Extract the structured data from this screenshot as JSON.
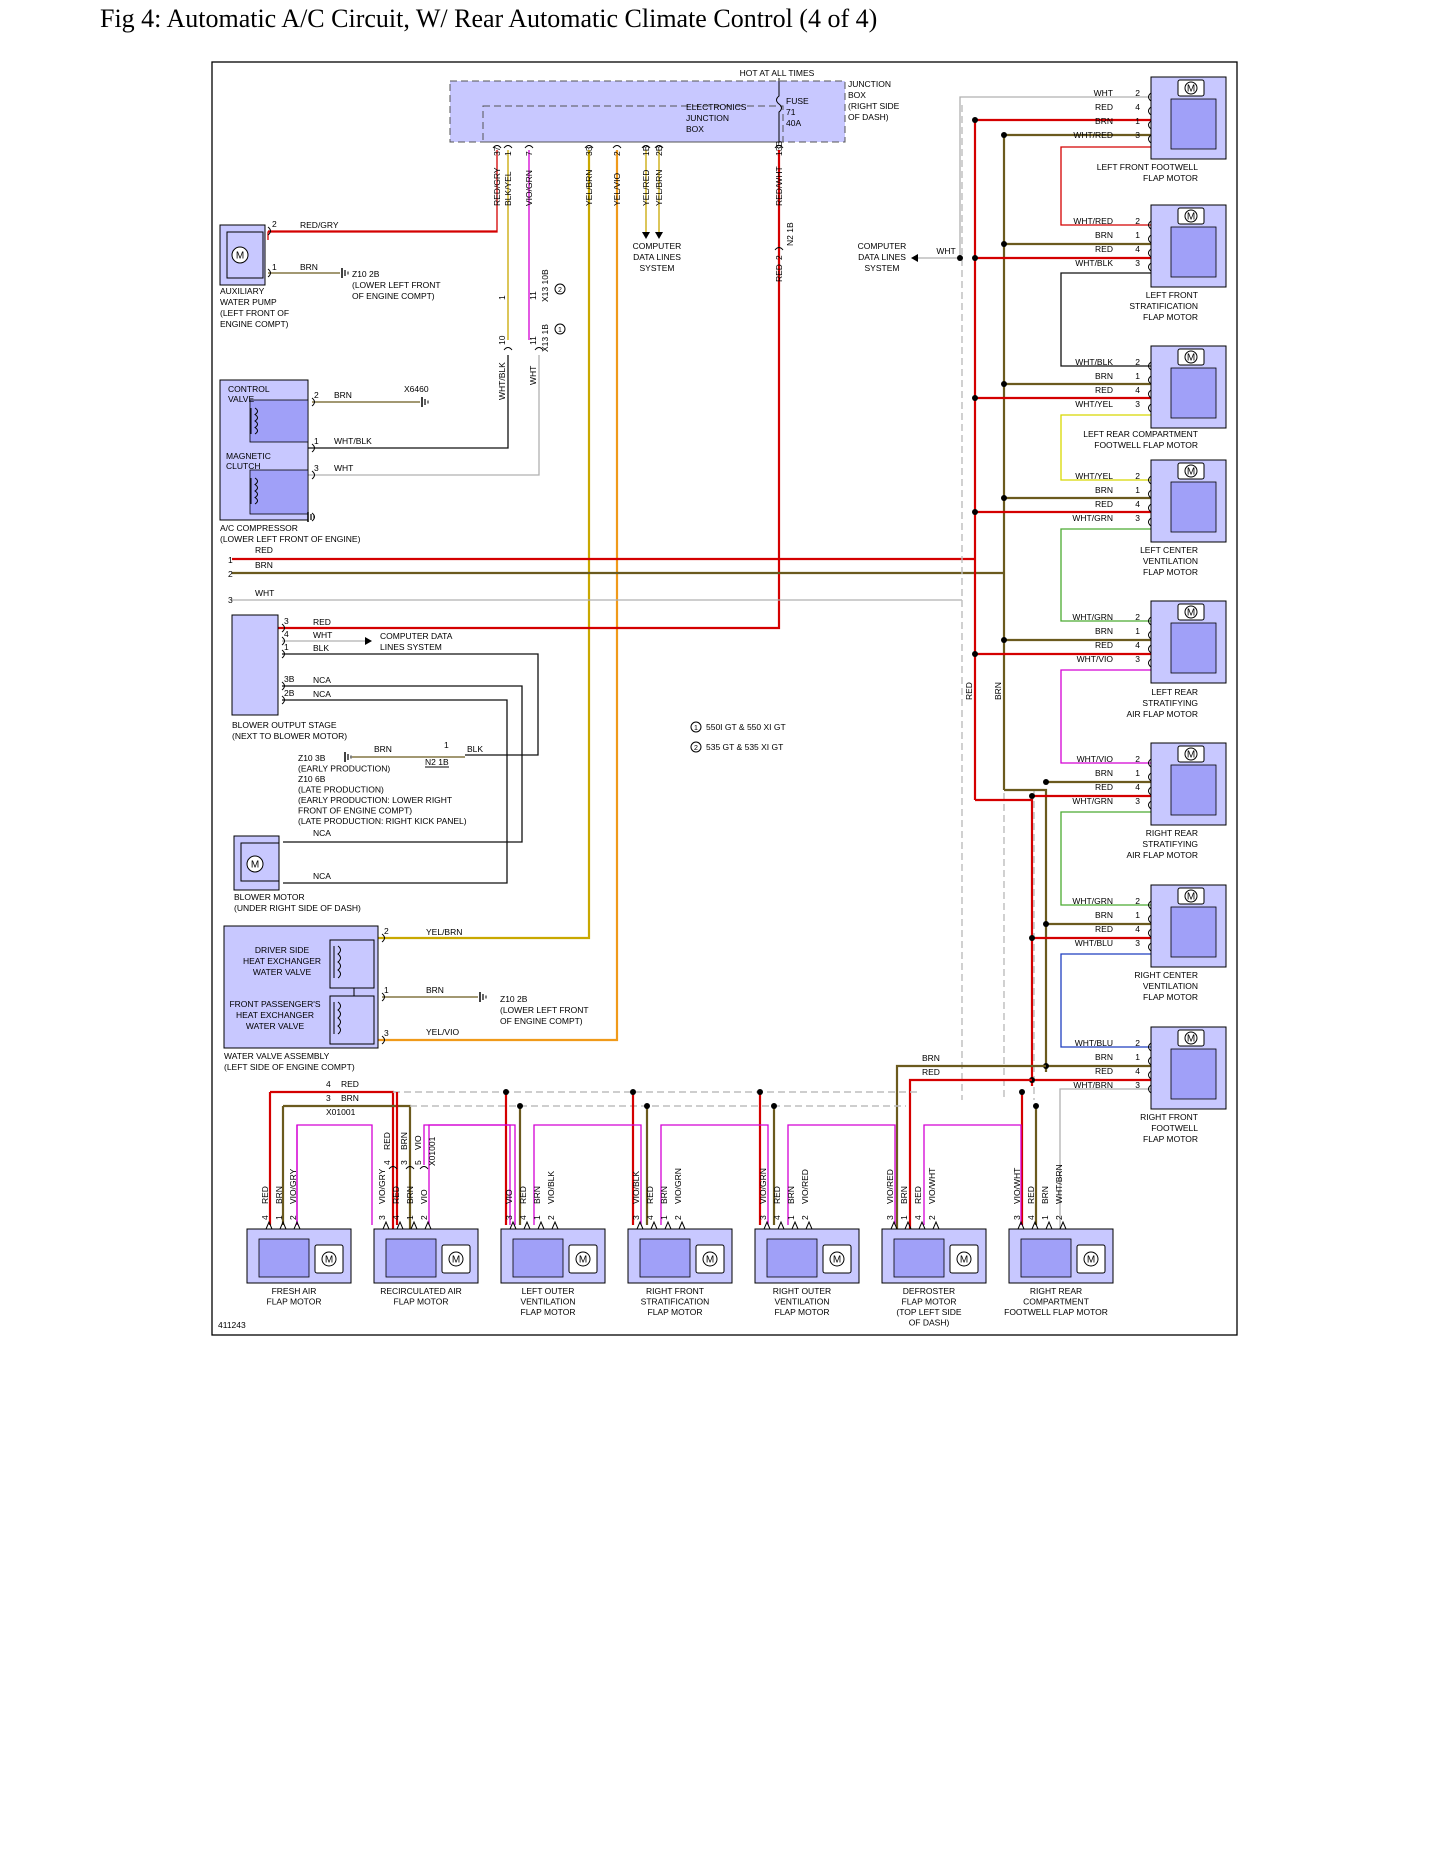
{
  "figure": {
    "title": "Fig 4: Automatic A/C Circuit, W/ Rear Automatic Climate Control (4 of 4)",
    "id": "411243"
  },
  "colors": {
    "red": "#d40000",
    "brown": "#6b5a1e",
    "white": "#b0b0b0",
    "black": "#111111",
    "violet": "#d400d4",
    "yellow": "#d8d800",
    "green": "#4aaa30",
    "blue": "#1f3fbf",
    "component": "#c8c8ff"
  },
  "header": {
    "hot": "HOT AT ALL TIMES",
    "ejb": [
      "ELECTRONICS",
      "JUNCTION",
      "BOX"
    ],
    "fuse": [
      "FUSE",
      "71",
      "40A"
    ],
    "jb": [
      "JUNCTION",
      "BOX",
      "(RIGHT SIDE",
      "OF DASH)"
    ]
  },
  "ejb_pins": [
    {
      "pin": "37",
      "wire": "RED/GRY"
    },
    {
      "pin": "1",
      "wire": "BLK/YEL"
    },
    {
      "pin": "7",
      "wire": "VIO/GRN"
    },
    {
      "pin": "33",
      "wire": "YEL/BRN"
    },
    {
      "pin": "2",
      "wire": "YEL/VIO"
    },
    {
      "pin": "1B",
      "wire": "YEL/RED"
    },
    {
      "pin": "2B",
      "wire": "YEL/BRN"
    },
    {
      "pin": "13B",
      "wire": "RED/WHT"
    }
  ],
  "cdl": [
    "COMPUTER",
    "DATA LINES",
    "SYSTEM"
  ],
  "cdl2": "COMPUTER DATA LINES SYSTEM",
  "connectors": {
    "x13_10b": "X13 10B",
    "x13_1b": "X13 1B",
    "n2_1b": "N2 1B",
    "x6460": "X6460",
    "x01001": "X01001",
    "z10_2b": "Z10 2B",
    "z10_3b": "Z10 3B",
    "z10_6b": "Z10 6B"
  },
  "notes": {
    "n1": "550I GT & 550 XI GT",
    "n2": "535 GT & 535 XI GT"
  },
  "aux_pump": {
    "label": [
      "AUXILIARY",
      "WATER PUMP",
      "(LEFT FRONT OF",
      "ENGINE COMPT)"
    ],
    "w1": "RED/GRY",
    "w2": "BRN",
    "ground": [
      "Z10 2B",
      "(LOWER LEFT FRONT",
      "OF ENGINE COMPT)"
    ]
  },
  "compressor": {
    "valve": [
      "CONTROL",
      "VALVE"
    ],
    "clutch": [
      "MAGNETIC",
      "CLUTCH"
    ],
    "label": [
      "A/C COMPRESSOR",
      "(LOWER LEFT FRONT OF ENGINE)"
    ],
    "w1": "BRN",
    "w2": "WHT/BLK",
    "w3": "WHT"
  },
  "bus": {
    "red": "RED",
    "brn": "BRN",
    "wht": "WHT"
  },
  "blower_stage": {
    "label": [
      "BLOWER OUTPUT STAGE",
      "(NEXT TO BLOWER MOTOR)"
    ],
    "wires": [
      "RED",
      "WHT",
      "BLK",
      "NCA",
      "NCA"
    ],
    "pins": [
      "3",
      "4",
      "1",
      "3B",
      "2B"
    ]
  },
  "blower_ground": [
    "Z10 3B",
    "(EARLY PRODUCTION)",
    "Z10 6B",
    "(LATE PRODUCTION)",
    "(EARLY PRODUCTION: LOWER RIGHT",
    "FRONT OF ENGINE COMPT)",
    "(LATE PRODUCTION: RIGHT KICK PANEL)"
  ],
  "blower_motor": {
    "label": [
      "BLOWER MOTOR",
      "(UNDER RIGHT SIDE OF DASH)"
    ],
    "w1": "NCA",
    "w2": "NCA"
  },
  "water_valve": {
    "driver": [
      "DRIVER SIDE",
      "HEAT EXCHANGER",
      "WATER VALVE"
    ],
    "pass": [
      "FRONT PASSENGER'S",
      "HEAT EXCHANGER",
      "WATER VALVE"
    ],
    "label": [
      "WATER VALVE ASSEMBLY",
      "(LEFT SIDE OF ENGINE COMPT)"
    ],
    "w1": "YEL/BRN",
    "w2": "BRN",
    "w3": "YEL/VIO",
    "ground": [
      "Z10 2B",
      "(LOWER LEFT FRONT",
      "OF ENGINE COMPT)"
    ]
  },
  "right_motors": [
    {
      "label": [
        "LEFT FRONT FOOTWELL",
        "FLAP MOTOR"
      ],
      "wires": [
        "WHT",
        "RED",
        "BRN",
        "WHT/RED"
      ],
      "pins": [
        "2",
        "4",
        "1",
        "3"
      ]
    },
    {
      "label": [
        "LEFT FRONT",
        "STRATIFICATION",
        "FLAP MOTOR"
      ],
      "wires": [
        "WHT/RED",
        "BRN",
        "RED",
        "WHT/BLK"
      ],
      "pins": [
        "2",
        "1",
        "4",
        "3"
      ]
    },
    {
      "label": [
        "LEFT REAR COMPARTMENT",
        "FOOTWELL FLAP MOTOR"
      ],
      "wires": [
        "WHT/BLK",
        "BRN",
        "RED",
        "WHT/YEL"
      ],
      "pins": [
        "2",
        "1",
        "4",
        "3"
      ]
    },
    {
      "label": [
        "LEFT CENTER",
        "VENTILATION",
        "FLAP MOTOR"
      ],
      "wires": [
        "WHT/YEL",
        "BRN",
        "RED",
        "WHT/GRN"
      ],
      "pins": [
        "2",
        "1",
        "4",
        "3"
      ]
    },
    {
      "label": [
        "LEFT REAR",
        "STRATIFYING",
        "AIR FLAP MOTOR"
      ],
      "wires": [
        "WHT/GRN",
        "BRN",
        "RED",
        "WHT/VIO"
      ],
      "pins": [
        "2",
        "1",
        "4",
        "3"
      ]
    },
    {
      "label": [
        "RIGHT REAR",
        "STRATIFYING",
        "AIR FLAP MOTOR"
      ],
      "wires": [
        "WHT/VIO",
        "BRN",
        "RED",
        "WHT/GRN"
      ],
      "pins": [
        "2",
        "1",
        "4",
        "3"
      ]
    },
    {
      "label": [
        "RIGHT CENTER",
        "VENTILATION",
        "FLAP MOTOR"
      ],
      "wires": [
        "WHT/GRN",
        "BRN",
        "RED",
        "WHT/BLU"
      ],
      "pins": [
        "2",
        "1",
        "4",
        "3"
      ]
    },
    {
      "label": [
        "RIGHT FRONT",
        "FOOTWELL",
        "FLAP MOTOR"
      ],
      "wires": [
        "WHT/BLU",
        "BRN",
        "RED",
        "WHT/BRN"
      ],
      "pins": [
        "2",
        "1",
        "4",
        "3"
      ]
    }
  ],
  "bottom_motors": [
    {
      "label": [
        "FRESH AIR",
        "FLAP MOTOR"
      ],
      "wires": [
        "RED",
        "BRN",
        "VIO/GRY"
      ],
      "pins": [
        "4",
        "1",
        "2"
      ]
    },
    {
      "label": [
        "RECIRCULATED AIR",
        "FLAP MOTOR"
      ],
      "wires": [
        "VIO/GRY",
        "RED",
        "BRN",
        "VIO"
      ],
      "pins": [
        "3",
        "4",
        "1",
        "2"
      ]
    },
    {
      "label": [
        "LEFT OUTER",
        "VENTILATION",
        "FLAP MOTOR"
      ],
      "wires": [
        "VIO",
        "RED",
        "BRN",
        "VIO/BLK"
      ],
      "pins": [
        "3",
        "4",
        "1",
        "2"
      ]
    },
    {
      "label": [
        "RIGHT FRONT",
        "STRATIFICATION",
        "FLAP MOTOR"
      ],
      "wires": [
        "VIO/BLK",
        "RED",
        "BRN",
        "VIO/GRN"
      ],
      "pins": [
        "3",
        "4",
        "1",
        "2"
      ]
    },
    {
      "label": [
        "RIGHT OUTER",
        "VENTILATION",
        "FLAP MOTOR"
      ],
      "wires": [
        "VIO/GRN",
        "RED",
        "BRN",
        "VIO/RED"
      ],
      "pins": [
        "3",
        "4",
        "1",
        "2"
      ]
    },
    {
      "label": [
        "DEFROSTER",
        "FLAP MOTOR",
        "(TOP LEFT SIDE",
        "OF DASH)"
      ],
      "wires": [
        "VIO/RED",
        "BRN",
        "RED",
        "VIO/WHT"
      ],
      "pins": [
        "3",
        "1",
        "4",
        "2"
      ]
    },
    {
      "label": [
        "RIGHT REAR",
        "COMPARTMENT",
        "FOOTWELL FLAP MOTOR"
      ],
      "wires": [
        "VIO/WHT",
        "RED",
        "BRN",
        "WHT/BRN"
      ],
      "pins": [
        "3",
        "4",
        "1",
        "2"
      ]
    }
  ],
  "x01001_wires": [
    "RED",
    "BRN",
    "VIO"
  ],
  "bottom_bus": {
    "red": "RED",
    "brn": "BRN"
  }
}
